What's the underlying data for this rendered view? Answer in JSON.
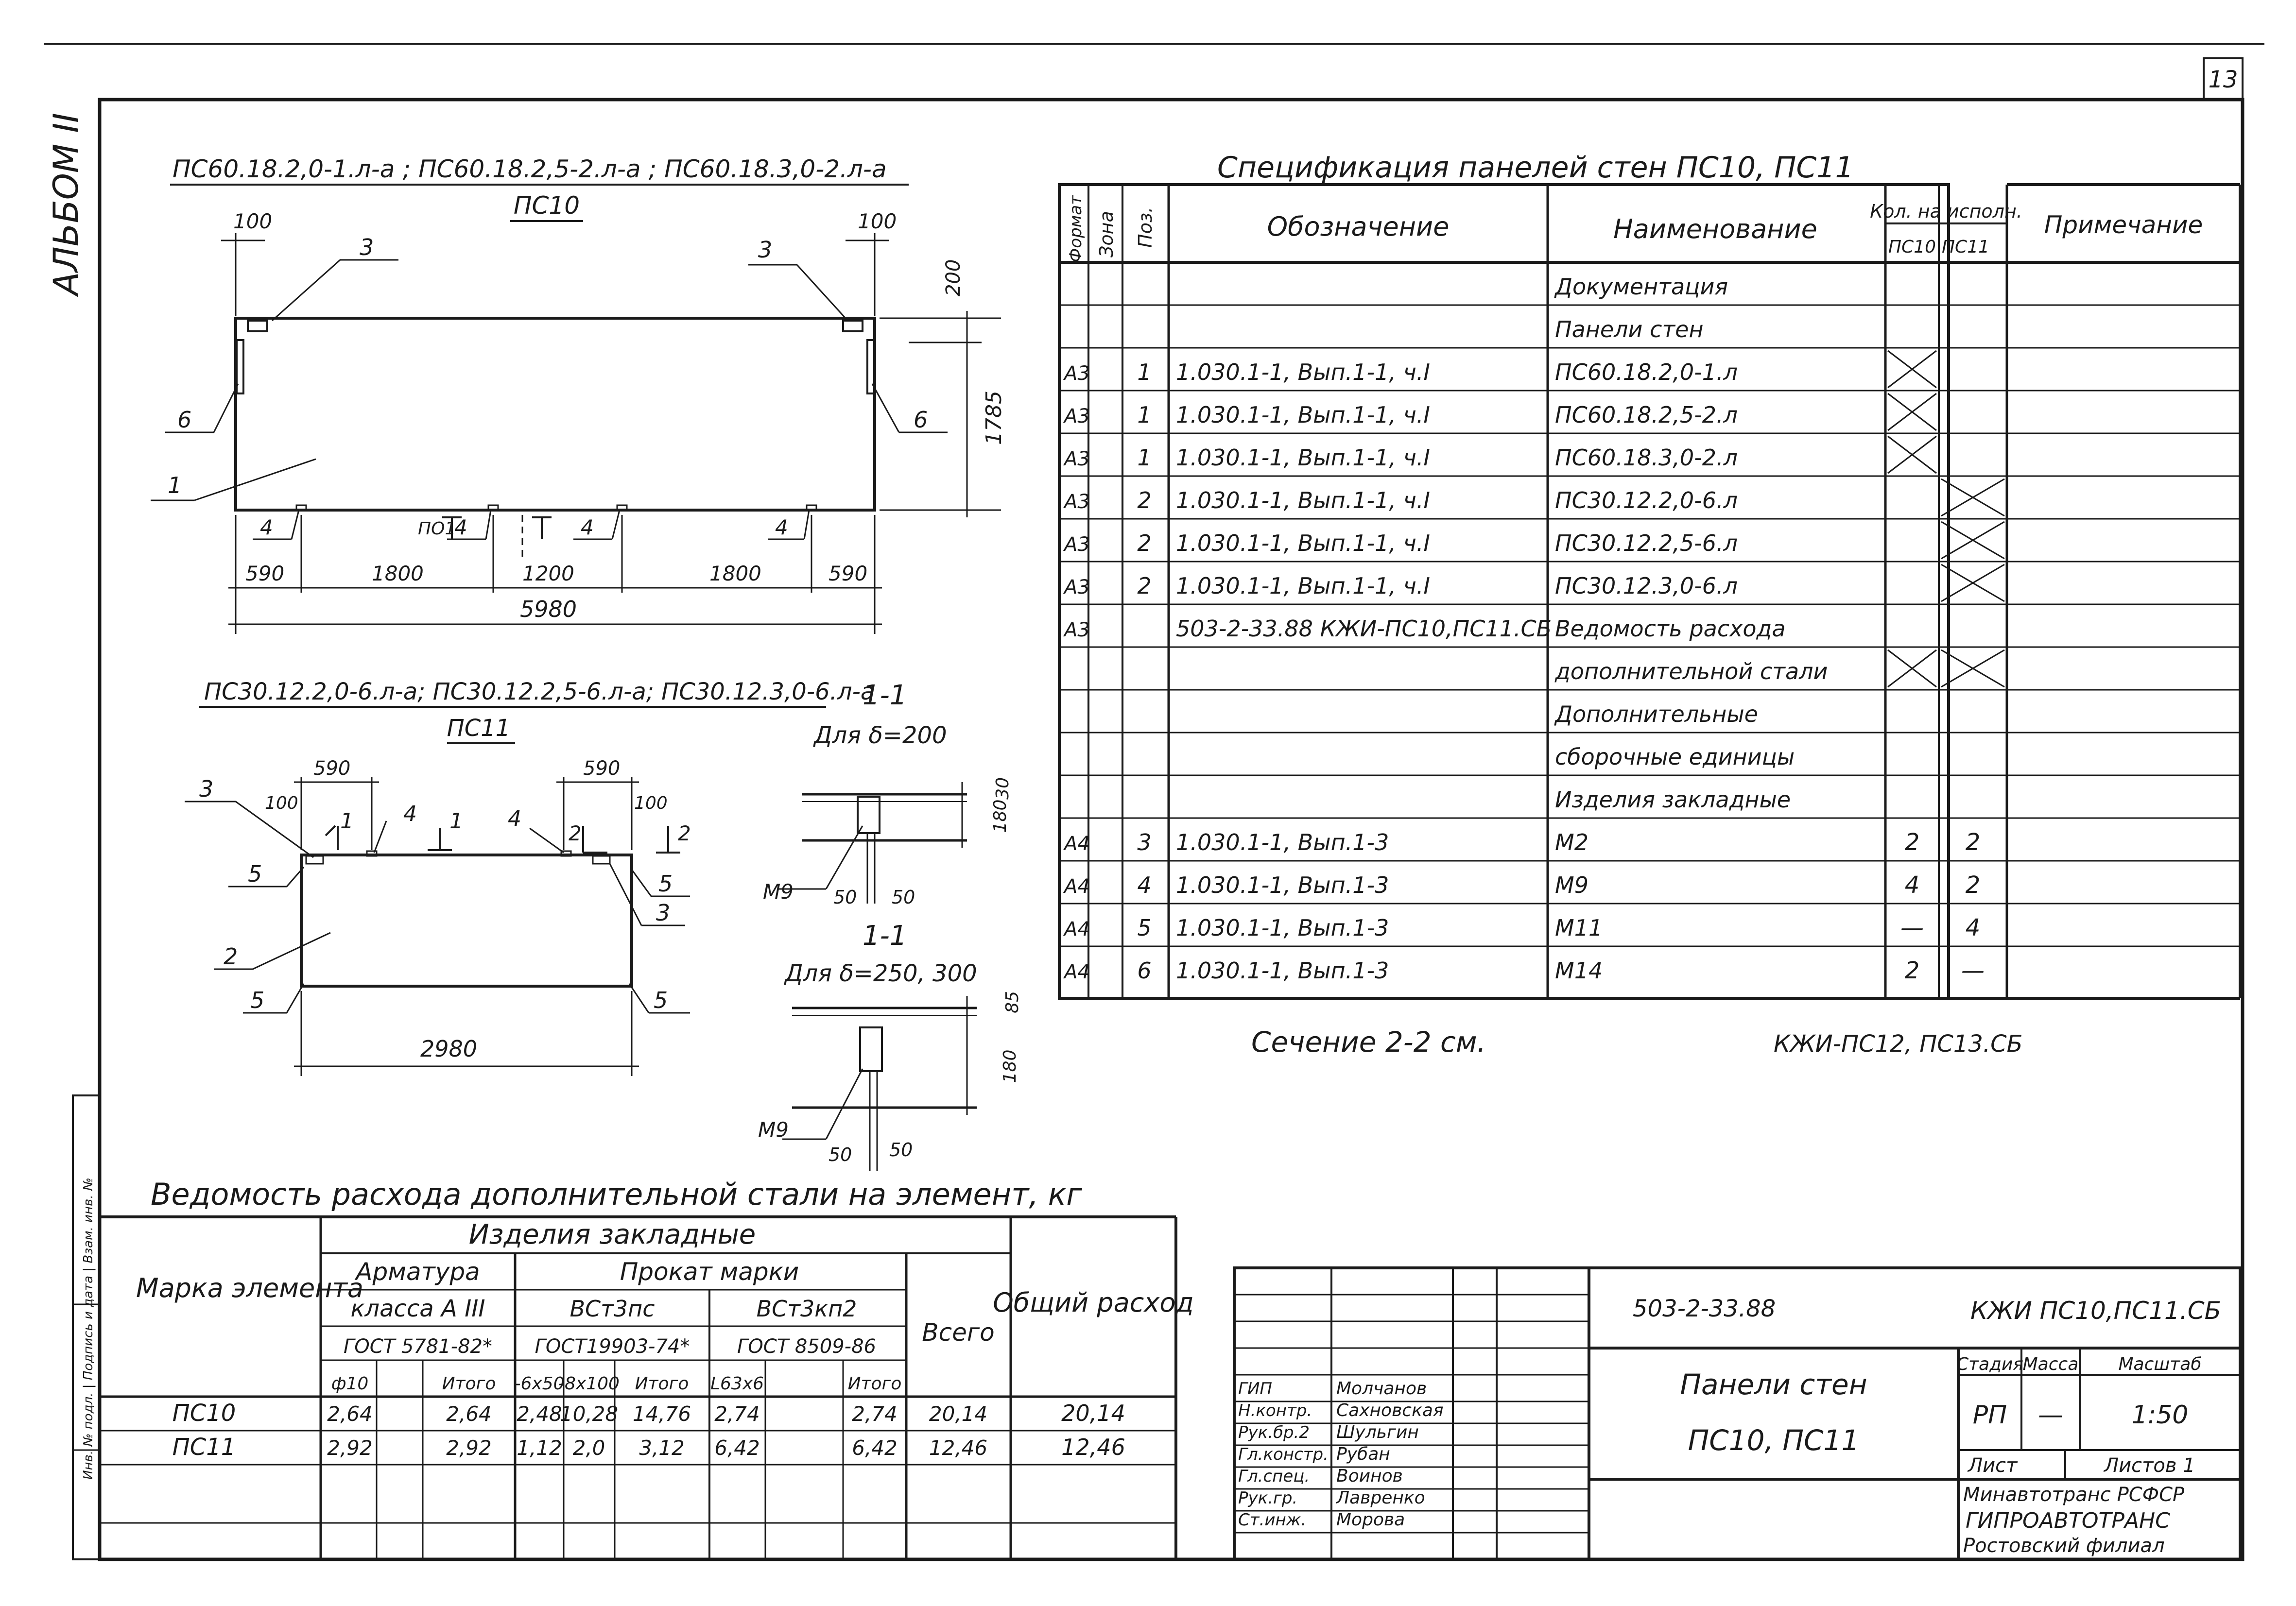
{
  "sheet_number": "13",
  "album_label": "АЛЬБОМ II",
  "side_stamp": "Инв. № подл. | Подпись и дата | Взам. инв. №",
  "drawing_pc10": {
    "marks": "ПС60.18.2,0-1.л-а ; ПС60.18.2,5-2.л-а ; ПС60.18.3,0-2.л-а",
    "name": "ПС10",
    "dims": {
      "left_top": "100",
      "right_top": "100",
      "offset": "200",
      "height": "1785",
      "seg1": "590",
      "seg2": "1800",
      "seg3": "1200",
      "seg4": "1800",
      "seg5": "590",
      "total": "5980"
    },
    "callouts": {
      "c1": "1",
      "c3a": "3",
      "c3b": "3",
      "c4a": "4",
      "c4b": "4",
      "c4c": "4",
      "c4d": "4",
      "c6a": "6",
      "c6b": "6",
      "po": "ПО1"
    }
  },
  "drawing_pc11": {
    "marks": "ПС30.12.2,0-6.л-а; ПС30.12.2,5-6.л-а; ПС30.12.3,0-6.л-а",
    "name": "ПС11",
    "dims": {
      "d590a": "590",
      "d590b": "590",
      "d100a": "100",
      "d100b": "100",
      "total": "2980"
    },
    "callouts": {
      "c2": "2",
      "c3a": "3",
      "c3b": "3",
      "c4a": "4",
      "c4b": "4",
      "c5a": "5",
      "c5b": "5",
      "c5c": "5",
      "c5d": "5",
      "s1": "1",
      "s1b": "1",
      "s2": "2",
      "s2b": "2"
    }
  },
  "section": {
    "title_top": "1-1",
    "label_a": "Для δ=200",
    "title_mid": "1-1",
    "label_b": "Для δ=250, 300",
    "m9a": "М9",
    "m9b": "М9",
    "d50a": "50",
    "d50b": "50",
    "d50c": "50",
    "d50d": "50",
    "d30": "30",
    "d180a": "180",
    "d85": "85",
    "d180b": "180"
  },
  "spec": {
    "title": "Спецификация панелей стен ПС10, ПС11",
    "headers": {
      "format": "Формат",
      "zone": "Зона",
      "pos": "Поз.",
      "designation": "Обозначение",
      "name": "Наименование",
      "qty": "Кол. на исполн.",
      "pc10": "ПС10",
      "pc11": "ПС11",
      "note": "Примечание"
    },
    "rows": [
      {
        "format": "",
        "zone": "",
        "pos": "",
        "designation": "",
        "name": "Документация",
        "pc10": "",
        "pc11": ""
      },
      {
        "format": "",
        "zone": "",
        "pos": "",
        "designation": "",
        "name": "Панели стен",
        "pc10": "",
        "pc11": ""
      },
      {
        "format": "А3",
        "zone": "",
        "pos": "1",
        "designation": "1.030.1-1, Вып.1-1, ч.I",
        "name": "ПС60.18.2,0-1.л",
        "pc10": "X",
        "pc11": ""
      },
      {
        "format": "А3",
        "zone": "",
        "pos": "1",
        "designation": "1.030.1-1, Вып.1-1, ч.I",
        "name": "ПС60.18.2,5-2.л",
        "pc10": "X",
        "pc11": ""
      },
      {
        "format": "А3",
        "zone": "",
        "pos": "1",
        "designation": "1.030.1-1, Вып.1-1, ч.I",
        "name": "ПС60.18.3,0-2.л",
        "pc10": "X",
        "pc11": ""
      },
      {
        "format": "А3",
        "zone": "",
        "pos": "2",
        "designation": "1.030.1-1, Вып.1-1, ч.I",
        "name": "ПС30.12.2,0-6.л",
        "pc10": "",
        "pc11": "X"
      },
      {
        "format": "А3",
        "zone": "",
        "pos": "2",
        "designation": "1.030.1-1, Вып.1-1, ч.I",
        "name": "ПС30.12.2,5-6.л",
        "pc10": "",
        "pc11": "X"
      },
      {
        "format": "А3",
        "zone": "",
        "pos": "2",
        "designation": "1.030.1-1, Вып.1-1, ч.I",
        "name": "ПС30.12.3,0-6.л",
        "pc10": "",
        "pc11": "X"
      },
      {
        "format": "А3",
        "zone": "",
        "pos": "",
        "designation": "503-2-33.88 КЖИ-ПС10,ПС11.СБ",
        "name": "Ведомость расхода",
        "pc10": "",
        "pc11": ""
      },
      {
        "format": "",
        "zone": "",
        "pos": "",
        "designation": "",
        "name": "дополнительной стали",
        "pc10": "X",
        "pc11": "X"
      },
      {
        "format": "",
        "zone": "",
        "pos": "",
        "designation": "",
        "name": "Дополнительные",
        "pc10": "",
        "pc11": ""
      },
      {
        "format": "",
        "zone": "",
        "pos": "",
        "designation": "",
        "name": "сборочные единицы",
        "pc10": "",
        "pc11": ""
      },
      {
        "format": "",
        "zone": "",
        "pos": "",
        "designation": "",
        "name": "Изделия закладные",
        "pc10": "",
        "pc11": ""
      },
      {
        "format": "А4",
        "zone": "",
        "pos": "3",
        "designation": "1.030.1-1, Вып.1-3",
        "name": "М2",
        "pc10": "2",
        "pc11": "2"
      },
      {
        "format": "А4",
        "zone": "",
        "pos": "4",
        "designation": "1.030.1-1, Вып.1-3",
        "name": "М9",
        "pc10": "4",
        "pc11": "2"
      },
      {
        "format": "А4",
        "zone": "",
        "pos": "5",
        "designation": "1.030.1-1, Вып.1-3",
        "name": "М11",
        "pc10": "—",
        "pc11": "4"
      },
      {
        "format": "А4",
        "zone": "",
        "pos": "6",
        "designation": "1.030.1-1, Вып.1-3",
        "name": "М14",
        "pc10": "2",
        "pc11": "—"
      }
    ],
    "section_note": "Сечение 2-2 см.",
    "ref_note": "КЖИ-ПС12, ПС13.СБ"
  },
  "steel": {
    "title": "Ведомость расхода дополнительной стали на элемент, кг",
    "h_mark": "Марка элемента",
    "h_items": "Изделия закладные",
    "h_arm": "Арматура",
    "h_arm_class": "класса А III",
    "h_arm_gost": "ГОСТ 5781-82*",
    "h_prokat": "Прокат марки",
    "h_vst3ps": "ВСт3пс",
    "h_vst3ps_gost": "ГОСТ19903-74*",
    "h_vst3kp2": "ВСт3кп2",
    "h_vst3kp2_gost": "ГОСТ 8509-86",
    "h_total": "Всего",
    "h_overall": "Общий расход",
    "sub": [
      "ф10",
      "",
      "Итого",
      "-6х50",
      "-8х100",
      "Итого",
      "L63х6",
      "",
      "Итого"
    ],
    "rows": [
      {
        "mark": "ПС10",
        "cells": [
          "2,64",
          "",
          "2,64",
          "2,48",
          "10,28",
          "14,76",
          "2,74",
          "",
          "2,74"
        ],
        "total": "20,14",
        "overall": "20,14"
      },
      {
        "mark": "ПС11",
        "cells": [
          "2,92",
          "",
          "2,92",
          "1,12",
          "2,0",
          "3,12",
          "6,42",
          "",
          "6,42"
        ],
        "total": "12,46",
        "overall": "12,46"
      }
    ]
  },
  "title_block": {
    "project": "503-2-33.88",
    "code": "КЖИ ПС10,ПС11.СБ",
    "name_line1": "Панели стен",
    "name_line2": "ПС10, ПС11",
    "h_stage": "Стадия",
    "h_mass": "Масса",
    "h_scale": "Масштаб",
    "stage": "РП",
    "mass": "—",
    "scale": "1:50",
    "sheet_label": "Лист",
    "sheets_label": "Листов 1",
    "org1": "Минавтотранс РСФСР",
    "org2": "ГИПРОАВТОТРАНС",
    "org3": "Ростовский филиал",
    "people": [
      {
        "role": "ГИП",
        "name": "Молчанов"
      },
      {
        "role": "Н.контр.",
        "name": "Сахновская"
      },
      {
        "role": "Рук.бр.2",
        "name": "Шульгин"
      },
      {
        "role": "Гл.констр.",
        "name": "Рубан"
      },
      {
        "role": "Гл.спец.",
        "name": "Воинов"
      },
      {
        "role": "Рук.гр.",
        "name": "Лавренко"
      },
      {
        "role": "Ст.инж.",
        "name": "Морова"
      }
    ]
  }
}
